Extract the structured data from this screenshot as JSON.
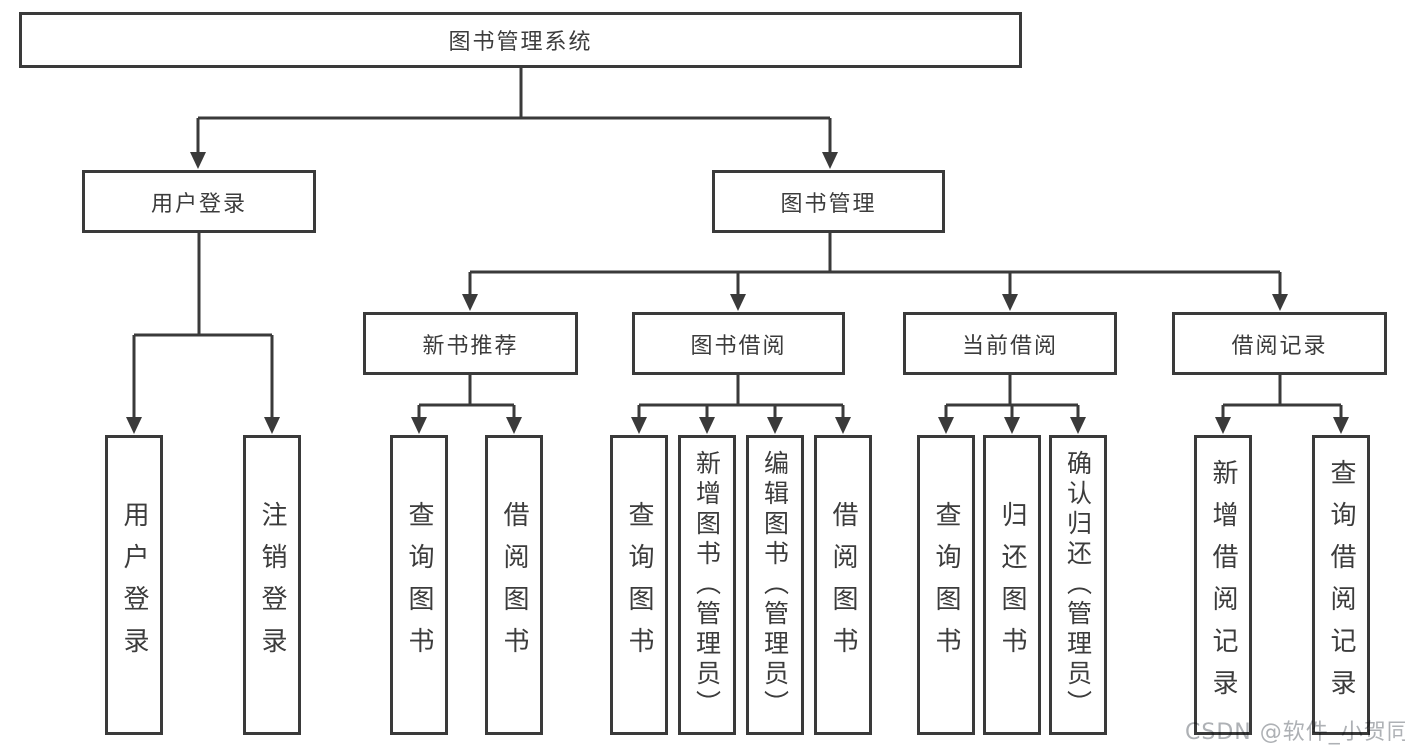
{
  "diagram": {
    "root": {
      "label": "图书管理系统"
    },
    "level2": {
      "user_login": {
        "label": "用户登录"
      },
      "book_mgmt": {
        "label": "图书管理"
      }
    },
    "level3": {
      "new_books": {
        "label": "新书推荐"
      },
      "borrowing": {
        "label": "图书借阅"
      },
      "current": {
        "label": "当前借阅"
      },
      "records": {
        "label": "借阅记录"
      }
    },
    "leaves": {
      "user_login": {
        "label": "用户登录"
      },
      "logout": {
        "label": "注销登录"
      },
      "nb_query": {
        "label": "查询图书"
      },
      "nb_borrow": {
        "label": "借阅图书"
      },
      "bw_query": {
        "label": "查询图书"
      },
      "bw_add": {
        "label": "新增图书（管理员）"
      },
      "bw_edit": {
        "label": "编辑图书（管理员）"
      },
      "bw_borrow": {
        "label": "借阅图书"
      },
      "cur_query": {
        "label": "查询图书"
      },
      "cur_return": {
        "label": "归还图书"
      },
      "cur_confirm": {
        "label": "确认归还（管理员）"
      },
      "rec_add": {
        "label": "新增借阅记录"
      },
      "rec_query": {
        "label": "查询借阅记录"
      }
    }
  },
  "watermark": {
    "text": "CSDN @软件_小贺同学"
  },
  "colors": {
    "line": "#3a3a3a",
    "text": "#3c3c3c",
    "background": "#ffffff",
    "watermark": "#aeb1b5"
  }
}
